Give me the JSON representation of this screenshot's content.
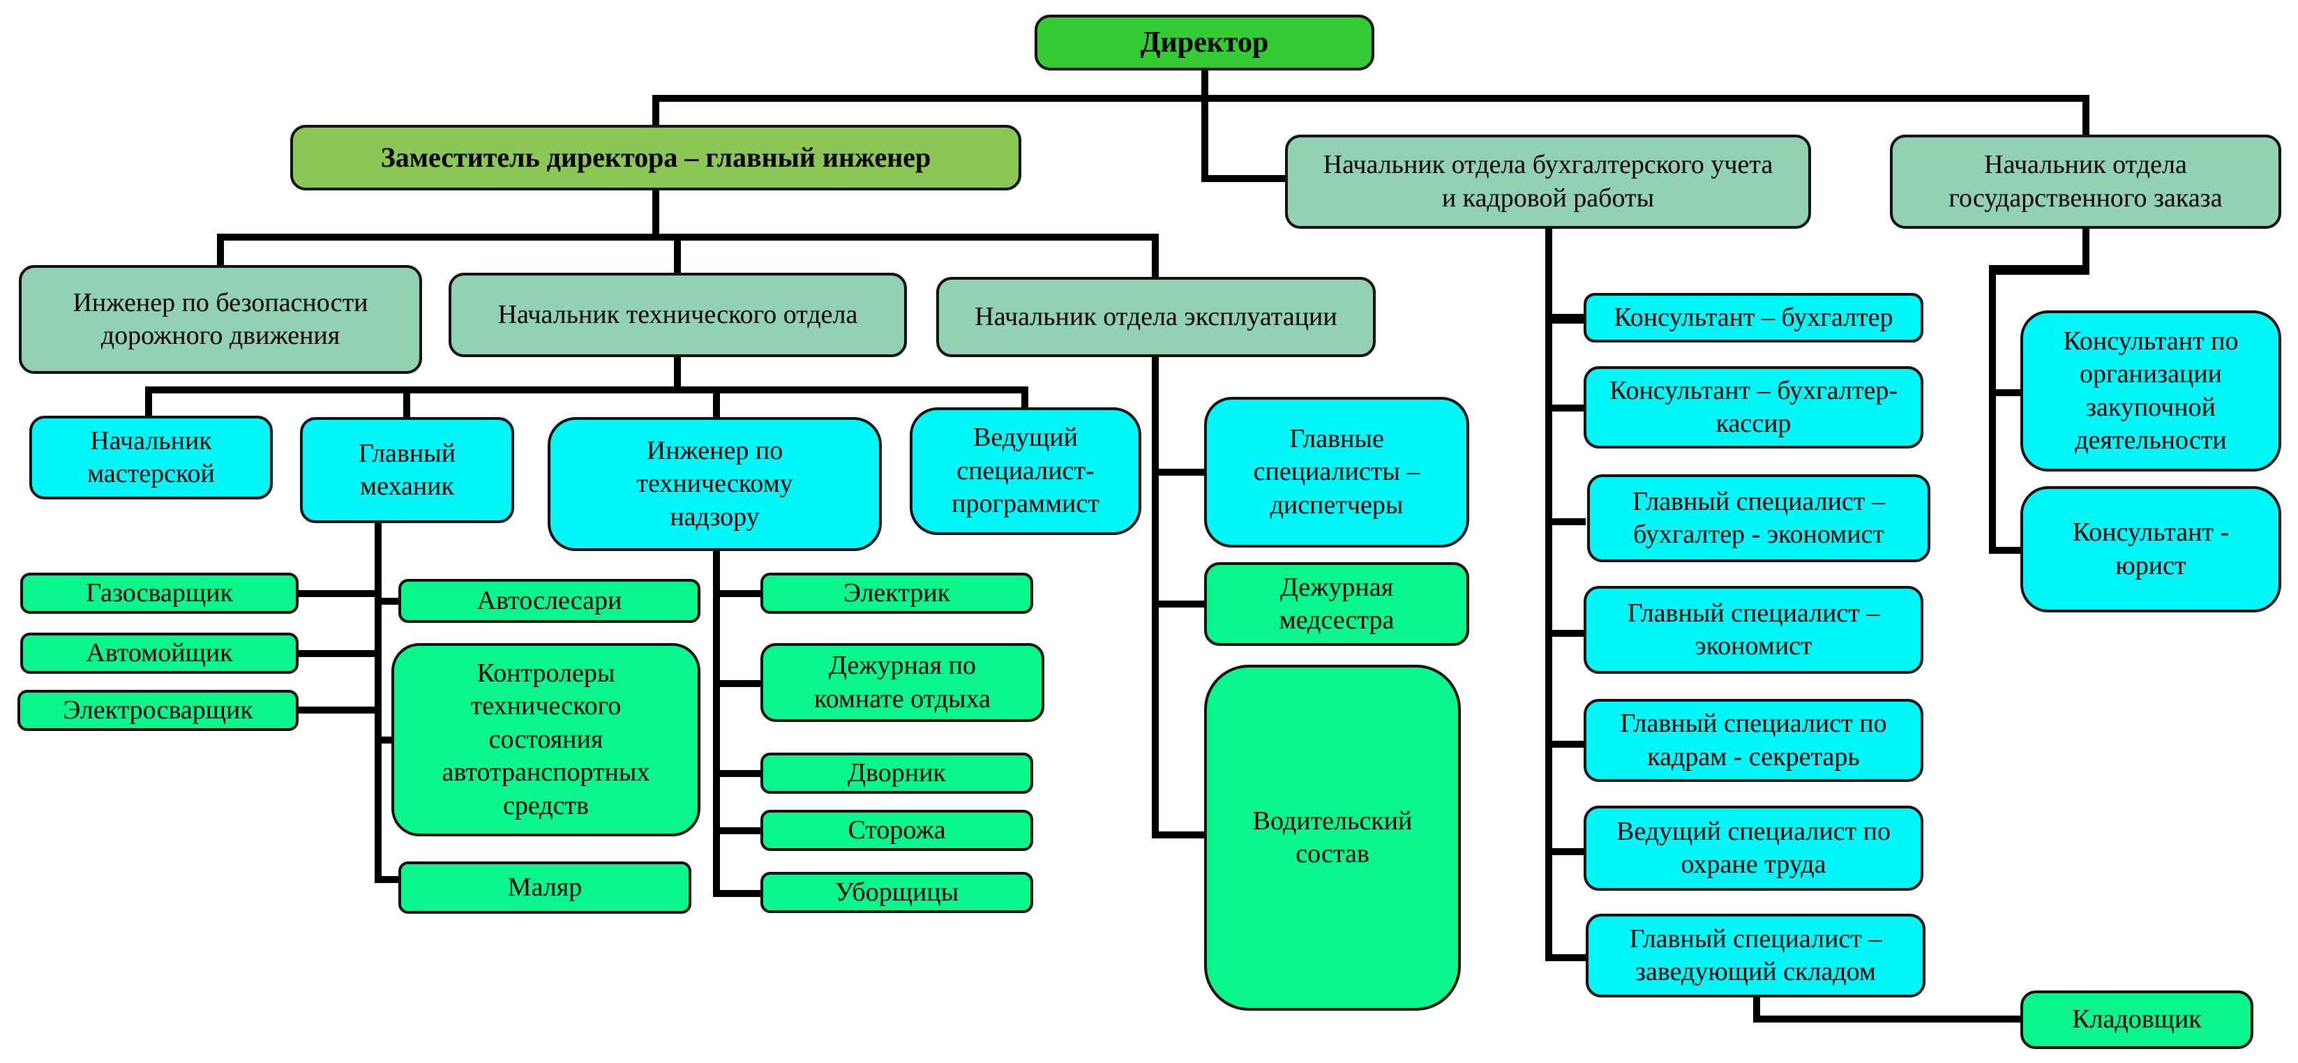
{
  "title": "Организационная структура",
  "colors": {
    "director": "#33cc33",
    "deputy": "#8bc657",
    "department_head": "#93d1b4",
    "specialist": "#00f7f7",
    "worker": "#0af58c",
    "connector": "#000000"
  },
  "director": {
    "label": "Директор"
  },
  "deputy": {
    "label": "Заместитель директора – главный инженер",
    "road_safety": "Инженер по безопасности\nдорожного движения",
    "tech_dept": {
      "label": "Начальник технического отдела",
      "workshop_head": "Начальник\nмастерской",
      "chief_mechanic": {
        "label": "Главный\nмеханик",
        "left_workers": [
          "Газосварщик",
          "Автомойщик",
          "Электросварщик"
        ],
        "right_workers": [
          "Автослесари",
          "Контролеры\nтехнического\nсостояния\nавтотранспортных\nсредств",
          "Маляр"
        ]
      },
      "inspector": {
        "label": "Инженер по\nтехническому\nнадзору",
        "workers": [
          "Электрик",
          "Дежурная по\nкомнате отдыха",
          "Дворник",
          "Сторожа",
          "Уборщицы"
        ]
      },
      "programmer": "Ведущий\nспециалист-\nпрограммист"
    },
    "ops_dept": {
      "label": "Начальник отдела эксплуатации",
      "staff": [
        "Главные\nспециалисты –\nдиспетчеры",
        "Дежурная\nмедсестра",
        "Водительский\nсостав"
      ]
    }
  },
  "accounting": {
    "label": "Начальник отдела бухгалтерского учета\nи кадровой работы",
    "staff": [
      "Консультант – бухгалтер",
      "Консультант – бухгалтер-\nкассир",
      "Главный специалист –\nбухгалтер - экономист",
      "Главный специалист –\nэкономист",
      "Главный специалист по\nкадрам - секретарь",
      "Ведущий специалист по\nохране труда",
      "Главный специалист –\nзаведующий складом"
    ],
    "storekeeper": "Кладовщик"
  },
  "gov_order": {
    "label": "Начальник отдела\nгосударственного заказа",
    "staff": [
      "Консультант по\nорганизации\nзакупочной\nдеятельности",
      "Консультант -\nюрист"
    ]
  }
}
